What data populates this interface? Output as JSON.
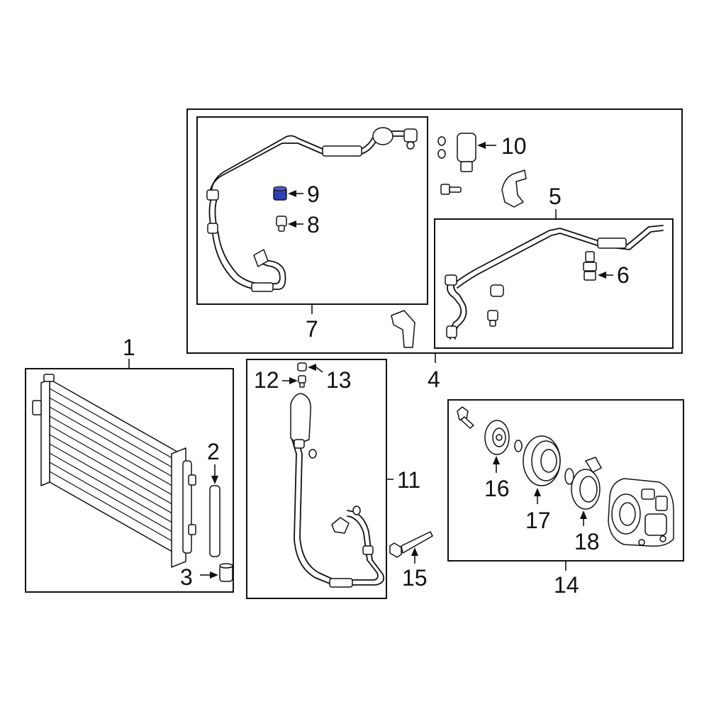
{
  "callouts": {
    "c1": "1",
    "c2": "2",
    "c3": "3",
    "c4": "4",
    "c5": "5",
    "c6": "6",
    "c7": "7",
    "c8": "8",
    "c9": "9",
    "c10": "10",
    "c11": "11",
    "c12": "12",
    "c13": "13",
    "c14": "14",
    "c15": "15",
    "c16": "16",
    "c17": "17",
    "c18": "18"
  },
  "colors": {
    "highlight": "#2f3fb3",
    "line": "#111111",
    "background": "#ffffff"
  }
}
